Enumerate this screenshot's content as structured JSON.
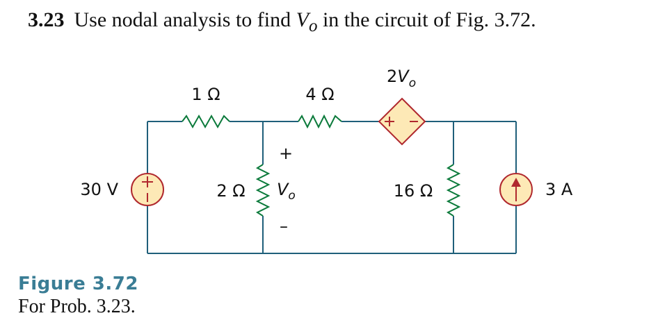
{
  "problem": {
    "number": "3.23",
    "text_before": "Use nodal analysis to find ",
    "var": "V",
    "var_sub": "o",
    "text_after": " in the circuit of Fig. 3.72."
  },
  "circuit": {
    "r1": "1 Ω",
    "r4": "4 Ω",
    "r2": "2 Ω",
    "r16": "16 Ω",
    "dep_source": {
      "gain": "2",
      "var": "V",
      "sub": "o"
    },
    "vsource": "30 V",
    "isource": "3 A",
    "vo": {
      "plus": "+",
      "var": "V",
      "sub": "o",
      "minus": "–"
    }
  },
  "figure": {
    "title": "Figure 3.72",
    "subtitle": "For Prob. 3.23."
  },
  "colors": {
    "wire": "#1f5f7a",
    "resistor": "#0b7a3b",
    "source_stroke": "#b0282e",
    "source_fill": "#fde9b6",
    "figure_title": "#3a7d95"
  }
}
